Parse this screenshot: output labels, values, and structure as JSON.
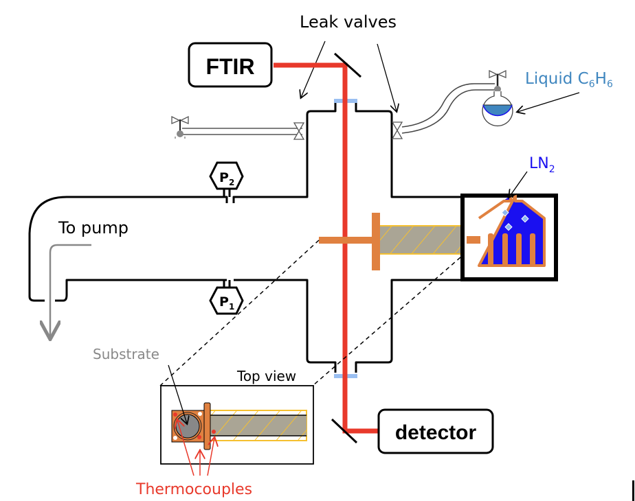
{
  "labels": {
    "ftir": "FTIR",
    "detector": "detector",
    "leak_valves": "Leak valves",
    "liquid": "Liquid C",
    "liquid_sub1": "6",
    "liquid_mid": "H",
    "liquid_sub2": "6",
    "ln2": "LN",
    "ln2_sub": "2",
    "to_pump": "To pump",
    "p1": "P",
    "p1_sub": "1",
    "p2": "P",
    "p2_sub": "2",
    "substrate": "Substrate",
    "top_view": "Top view",
    "thermocouples": "Thermocouples"
  },
  "colors": {
    "beam": "#e8392b",
    "copper": "#e08140",
    "ln2": "#1a10f0",
    "liquid": "#3f86bf",
    "liquid_label": "#3f86bf",
    "ln2_label": "#1a10f0",
    "thermo_label": "#e8392b",
    "substrate_label": "#888888",
    "window": "#8fb8f0",
    "rod": "#aaa595",
    "hatch": "#f5c030"
  }
}
